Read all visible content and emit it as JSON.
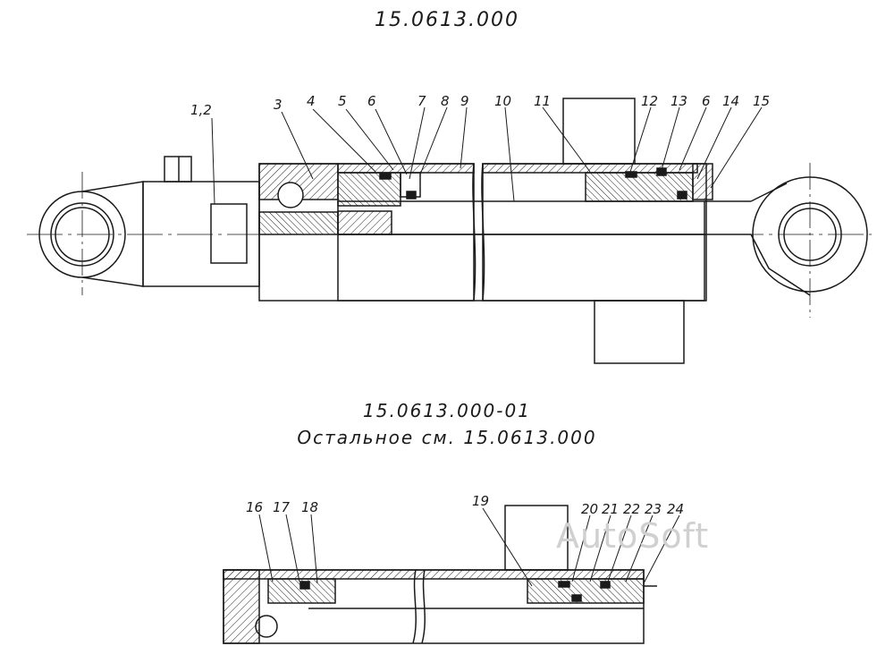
{
  "drawing": {
    "title_main": "15.0613.000",
    "title_variant": "15.0613.000-01",
    "variant_note": "Остальное см. 15.0613.000",
    "watermark": "AutoSoft"
  },
  "callouts_top": [
    "1,2",
    "3",
    "4",
    "5",
    "6",
    "7",
    "8",
    "9",
    "10",
    "11",
    "12",
    "13",
    "6",
    "14",
    "15"
  ],
  "callouts_bottom": [
    "16",
    "17",
    "18",
    "19",
    "20",
    "21",
    "22",
    "23",
    "24"
  ]
}
